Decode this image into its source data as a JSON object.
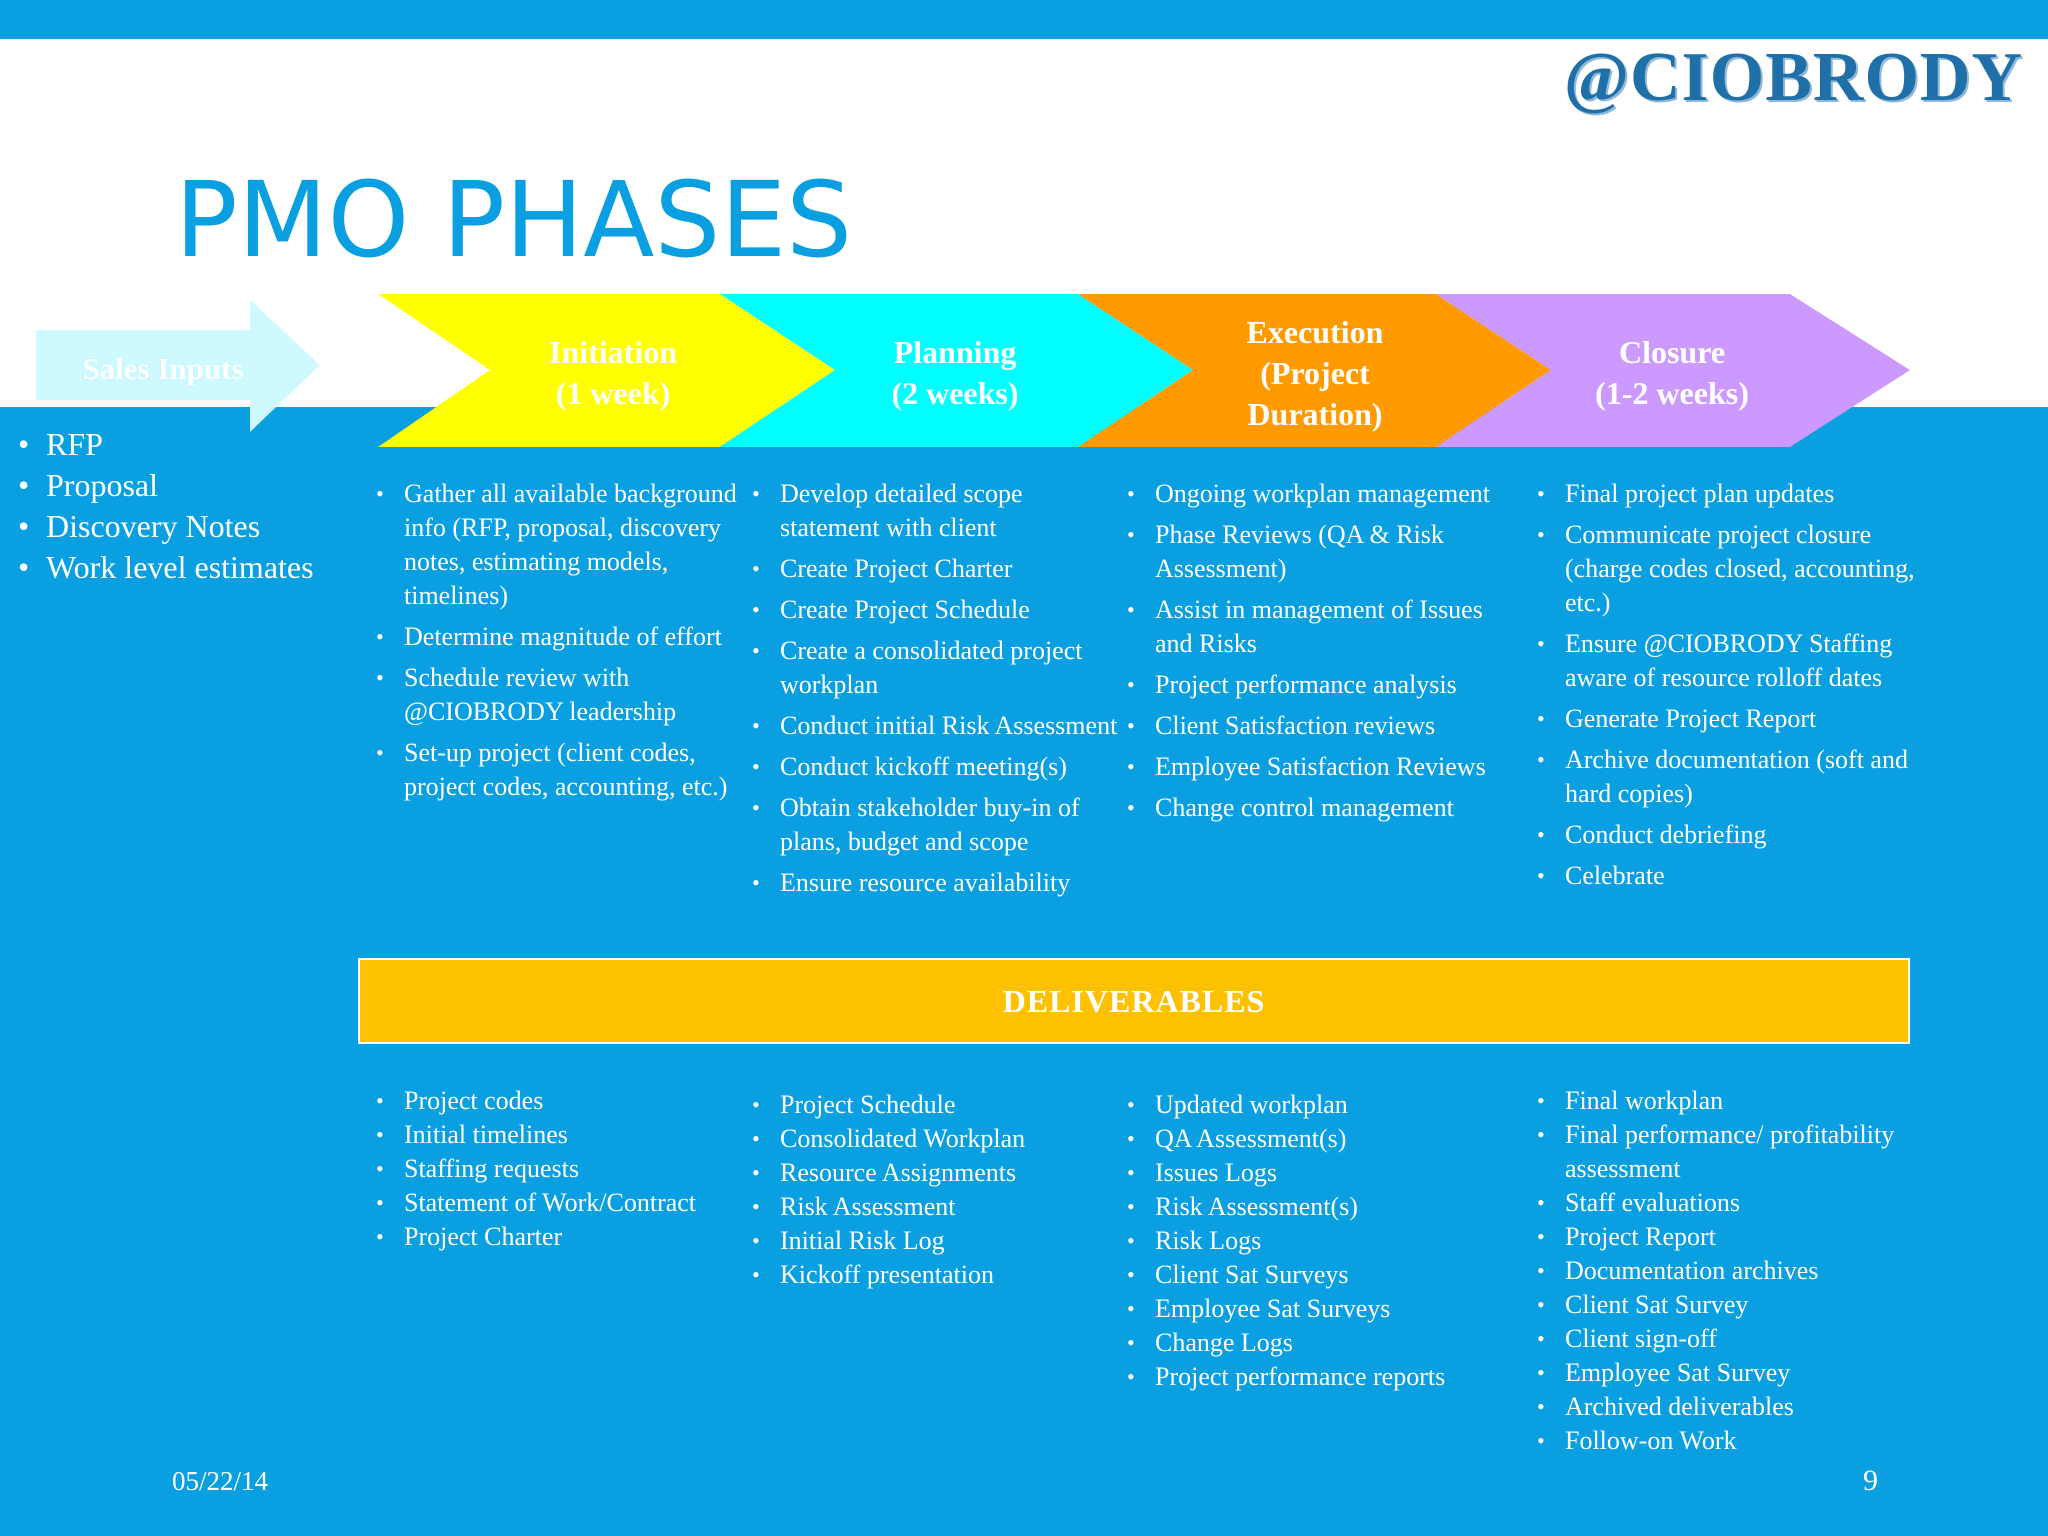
{
  "logo": "@CIOBRODY",
  "title": "PMO PHASES",
  "colors": {
    "background": "#0a9fe0",
    "sales_arrow": "#cdf9ff",
    "initiation": "#ffff00",
    "planning": "#00ffff",
    "execution": "#ff9b00",
    "closure": "#cc99ff",
    "deliverables": "#fdc100"
  },
  "sales": {
    "label": "Sales Inputs",
    "items": [
      "RFP",
      "Proposal",
      "Discovery Notes",
      "Work level estimates"
    ]
  },
  "phases": [
    {
      "title_lines": [
        "Initiation",
        "(1 week)"
      ],
      "activities": [
        "Gather all available background info (RFP, proposal, discovery notes, estimating models, timelines)",
        "Determine magnitude of effort",
        "Schedule review with @CIOBRODY leadership",
        "Set-up project (client codes, project codes, accounting, etc.)"
      ],
      "deliverables": [
        "Project codes",
        "Initial timelines",
        "Staffing requests",
        "Statement of Work/Contract",
        "Project Charter"
      ]
    },
    {
      "title_lines": [
        "Planning",
        "(2 weeks)"
      ],
      "activities": [
        "Develop detailed scope statement with client",
        "Create Project Charter",
        "Create Project Schedule",
        "Create a consolidated project workplan",
        "Conduct initial Risk Assessment",
        "Conduct kickoff meeting(s)",
        "Obtain stakeholder buy-in of plans, budget and scope",
        "Ensure resource availability"
      ],
      "deliverables": [
        "Project Schedule",
        "Consolidated Workplan",
        "Resource Assignments",
        "Risk Assessment",
        "Initial Risk Log",
        "Kickoff presentation"
      ]
    },
    {
      "title_lines": [
        "Execution",
        "(Project",
        "Duration)"
      ],
      "activities": [
        "Ongoing workplan management",
        "Phase Reviews (QA & Risk Assessment)",
        "Assist in management of Issues and Risks",
        "Project performance analysis",
        "Client Satisfaction reviews",
        "Employee Satisfaction Reviews",
        "Change control management"
      ],
      "deliverables": [
        "Updated workplan",
        "QA Assessment(s)",
        "Issues Logs",
        "Risk Assessment(s)",
        "Risk Logs",
        "Client Sat Surveys",
        "Employee Sat Surveys",
        "Change Logs",
        "Project performance reports"
      ]
    },
    {
      "title_lines": [
        "Closure",
        "(1-2 weeks)"
      ],
      "activities": [
        "Final project plan updates",
        "Communicate project closure (charge codes closed, accounting, etc.)",
        "Ensure @CIOBRODY Staffing aware of resource rolloff dates",
        "Generate Project Report",
        "Archive documentation (soft and hard copies)",
        "Conduct debriefing",
        "Celebrate"
      ],
      "deliverables": [
        "Final workplan",
        "Final performance/ profitability assessment",
        "Staff evaluations",
        "Project Report",
        "Documentation archives",
        "Client Sat Survey",
        "Client sign-off",
        "Employee Sat Survey",
        "Archived deliverables",
        "Follow-on Work"
      ]
    }
  ],
  "deliverables_label": "DELIVERABLES",
  "footer": {
    "date": "05/22/14",
    "page": "9"
  }
}
